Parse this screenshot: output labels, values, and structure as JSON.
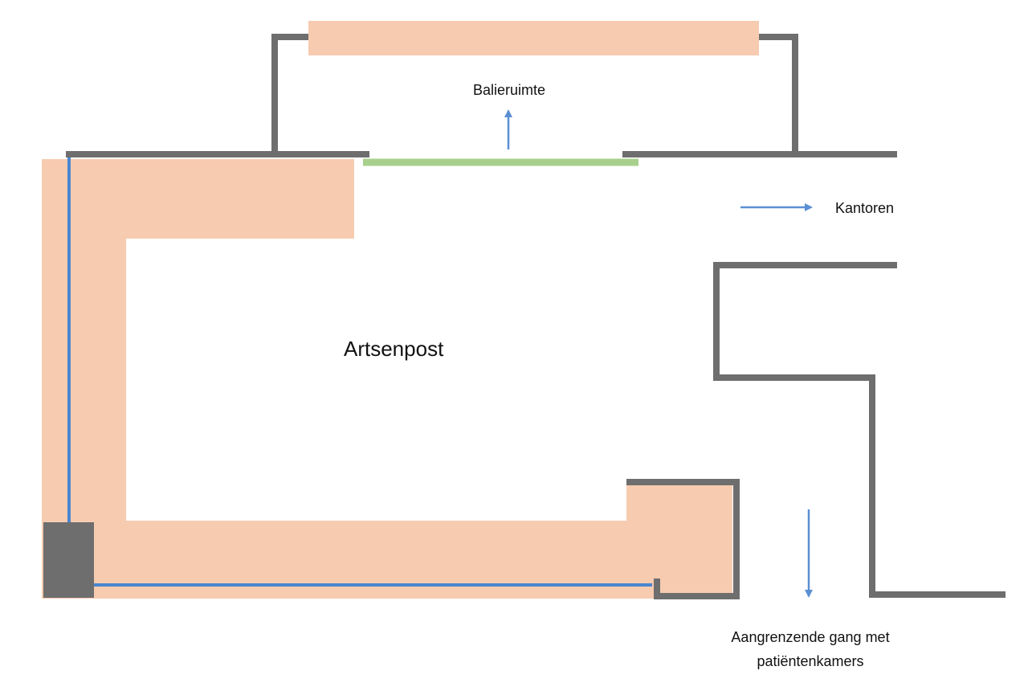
{
  "labels": {
    "balieruimte": "Balieruimte",
    "kantoren": "Kantoren",
    "artsenpost": "Artsenpost",
    "gang_line1": "Aangrenzende gang met",
    "gang_line2": "patiëntenkamers"
  },
  "colors": {
    "wall": "#6e6e6e",
    "counter": "#f7cbb0",
    "window": "#a8d08d",
    "arrow": "#5b8fd4",
    "cable": "#4a86d0",
    "text": "#111111"
  }
}
